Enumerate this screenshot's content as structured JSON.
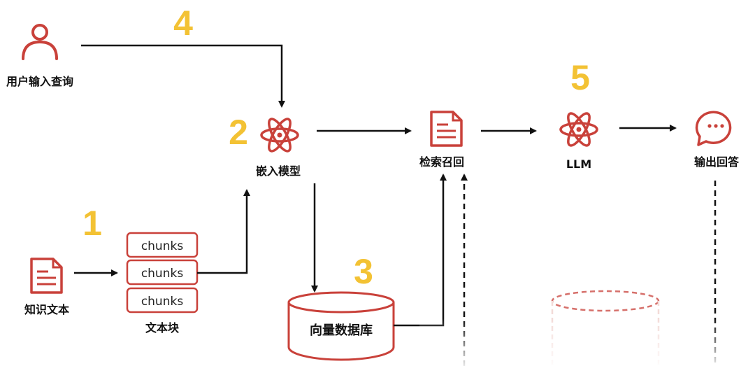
{
  "nodes": {
    "user_query": "用户输入查询",
    "embedding_model": "嵌入模型",
    "retrieval": "检索召回",
    "llm": "LLM",
    "output_answer": "输出回答",
    "knowledge_text": "知识文本",
    "text_chunks": "文本块",
    "vector_db": "向量数据库"
  },
  "chunks": [
    "chunks",
    "chunks",
    "chunks"
  ],
  "steps": {
    "step1": "1",
    "step2": "2",
    "step3": "3",
    "step4": "4",
    "step5": "5"
  },
  "colors": {
    "icon_red": "#c9413a",
    "step_yellow": "#f3c234",
    "arrow_black": "#111111"
  },
  "icons": [
    "user-icon",
    "atom-icon",
    "document-icon",
    "chat-bubble-icon",
    "database-icon"
  ]
}
